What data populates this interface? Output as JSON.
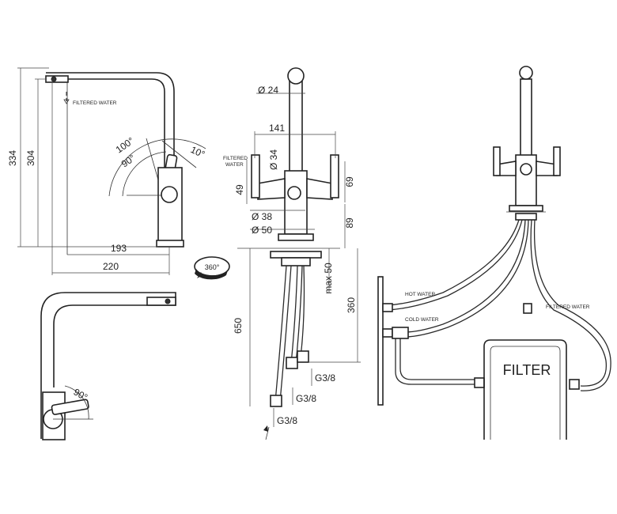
{
  "labels": {
    "filtered_water": "FILTERED WATER",
    "filtered_water_mid": "FILTERED\nWATER",
    "hot_water": "HOT WATER",
    "cold_water": "COLD WATER",
    "filtered_water_right": "FILTERED WATER",
    "filter": "FILTER"
  },
  "dimensions": {
    "h334": "334",
    "h304": "304",
    "w193": "193",
    "w220": "220",
    "a100": "100°",
    "a90": "90°",
    "a10": "10°",
    "rot360": "360°",
    "a90b": "90°",
    "d24": "Ø 24",
    "w141": "141",
    "d34": "Ø 34",
    "h49": "49",
    "h69": "69",
    "d38": "Ø 38",
    "d50": "Ø 50",
    "h89": "89",
    "max50": "max 50",
    "h650": "650",
    "h360": "360",
    "g1": "G3/8",
    "g2": "G3/8",
    "g3": "G3/8"
  }
}
